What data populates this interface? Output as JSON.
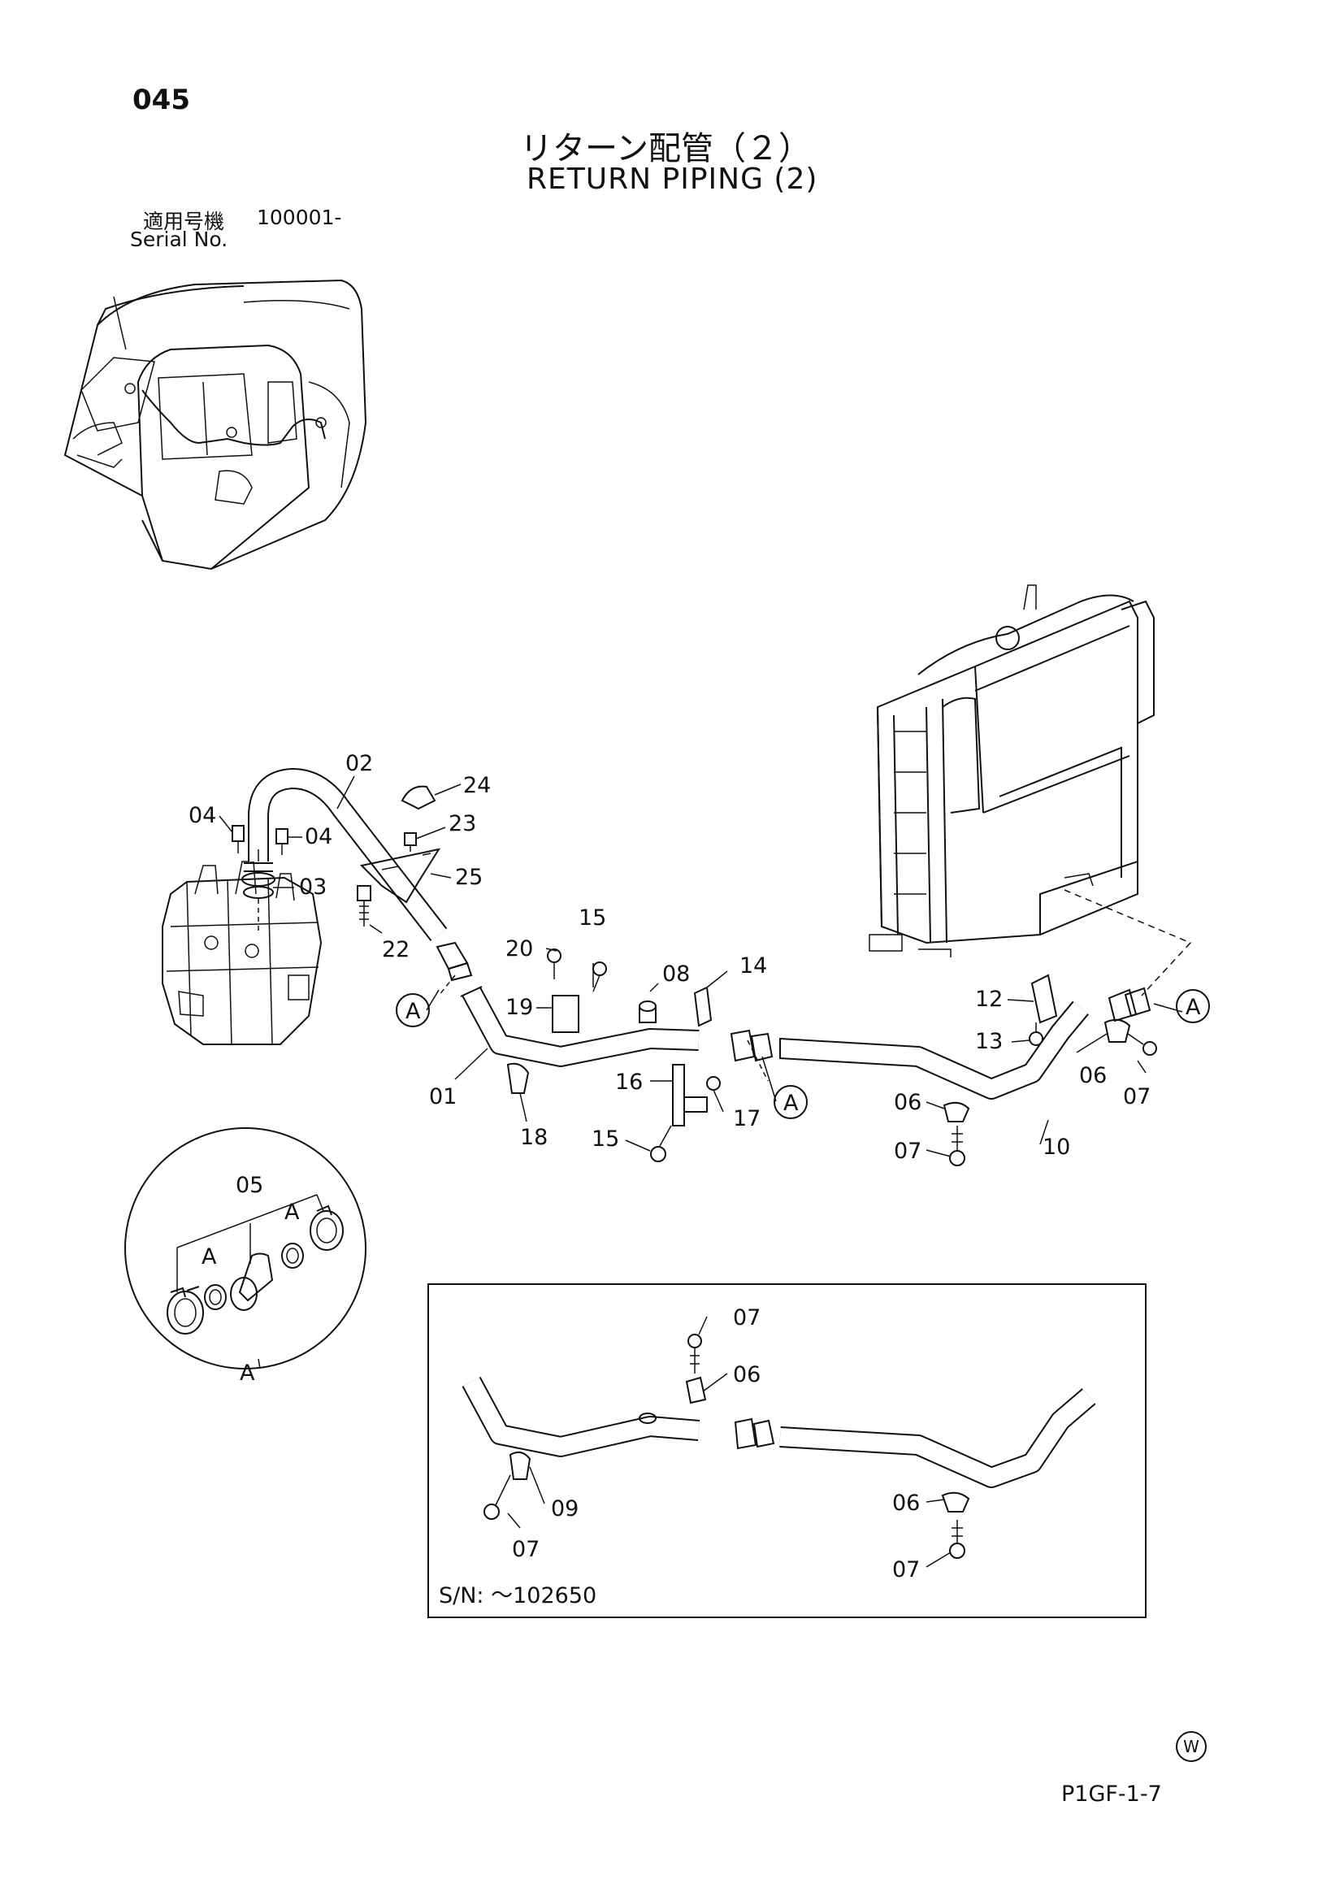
{
  "page_number": "045",
  "title_jp": "リターン配管（２）",
  "title_en": "RETURN PIPING (2)",
  "serial": {
    "label_jp": "適用号機",
    "label_en": "Serial No.",
    "value": "100001-"
  },
  "detail_box": {
    "label": "S/N: ～102650"
  },
  "callouts": {
    "c02": "02",
    "c04a": "04",
    "c04b": "04",
    "c24": "24",
    "c23": "23",
    "c03": "03",
    "c25": "25",
    "c22": "22",
    "c15a": "15",
    "c20": "20",
    "c08": "08",
    "c14": "14",
    "c19": "19",
    "c16": "16",
    "c17": "17",
    "c01": "01",
    "c18": "18",
    "c15b": "15",
    "c12": "12",
    "c13": "13",
    "c06a": "06",
    "c07a": "07",
    "c06b": "06",
    "c07b": "07",
    "c10": "10",
    "c05": "05",
    "d07a": "07",
    "d06a": "06",
    "d09": "09",
    "d07b": "07",
    "d06b": "06",
    "d07c": "07"
  },
  "view_markers": {
    "a1": "A",
    "a2": "A",
    "a3": "A",
    "a4": "A",
    "a5": "A",
    "a6": "A"
  },
  "footer": {
    "mark": "W",
    "code": "P1GF-1-7"
  }
}
